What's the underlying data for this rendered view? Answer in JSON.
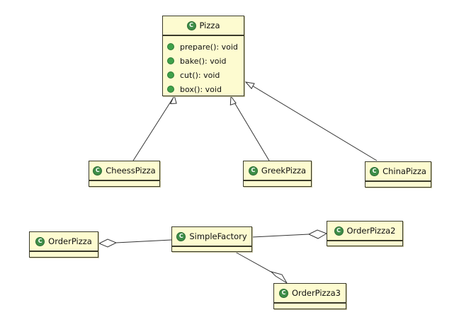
{
  "classes": {
    "pizza": {
      "name": "Pizza",
      "ops": [
        "prepare(): void",
        "bake(): void",
        "cut(): void",
        "box(): void"
      ]
    },
    "cheess": {
      "name": "CheessPizza"
    },
    "greek": {
      "name": "GreekPizza"
    },
    "china": {
      "name": "ChinaPizza"
    },
    "orderPizza": {
      "name": "OrderPizza"
    },
    "simpleFactory": {
      "name": "SimpleFactory"
    },
    "orderPizza2": {
      "name": "OrderPizza2"
    },
    "orderPizza3": {
      "name": "OrderPizza3"
    }
  },
  "icons": {
    "class_icon": "class-c-icon",
    "method_icon": "public-method-icon"
  },
  "colors": {
    "class_fill": "#fdfbd0",
    "class_icon": "#3e8e48",
    "line": "#333333"
  }
}
